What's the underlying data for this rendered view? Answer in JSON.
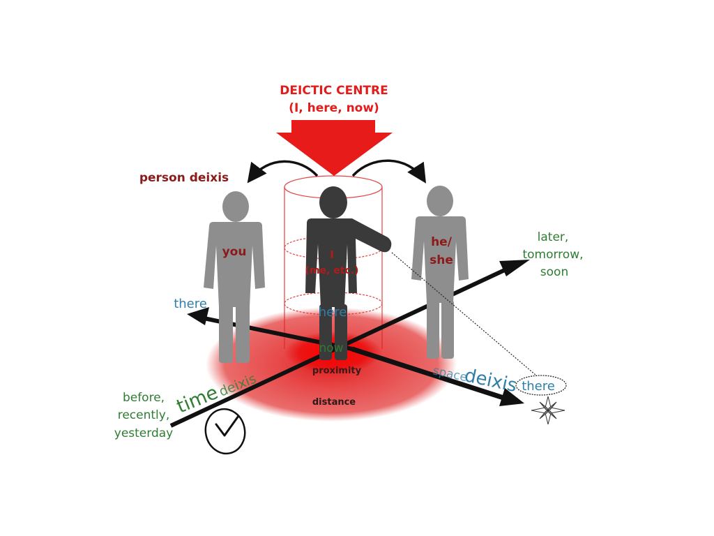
{
  "title": {
    "line1": "DEICTIC CENTRE",
    "line2": "(I, here, now)"
  },
  "person_deixis_label": "person deixis",
  "figures": {
    "you": "you",
    "i_line1": "I",
    "i_line2": "(me, etc.)",
    "he_she_line1": "he/",
    "he_she_line2": "she"
  },
  "space": {
    "here": "here",
    "now": "now",
    "proximity": "proximity",
    "distance": "distance",
    "there_left": "there",
    "there_right": "there",
    "space_word": "space",
    "deixis_word": "deixis"
  },
  "time": {
    "time_word": "time",
    "deixis_word": "deixis",
    "past": [
      "before,",
      "recently,",
      "yesterday"
    ],
    "future": [
      "later,",
      "tomorrow,",
      "soon"
    ]
  },
  "colors": {
    "red": "#e31b1b",
    "dark_red": "#8b1a1a",
    "green": "#2e7d32",
    "blue": "#2f7fa8",
    "gray": "#8c8c8c",
    "dark": "#3a3a3a"
  },
  "icons": [
    "clock-icon",
    "compass-rose-icon",
    "pointing-arm"
  ]
}
